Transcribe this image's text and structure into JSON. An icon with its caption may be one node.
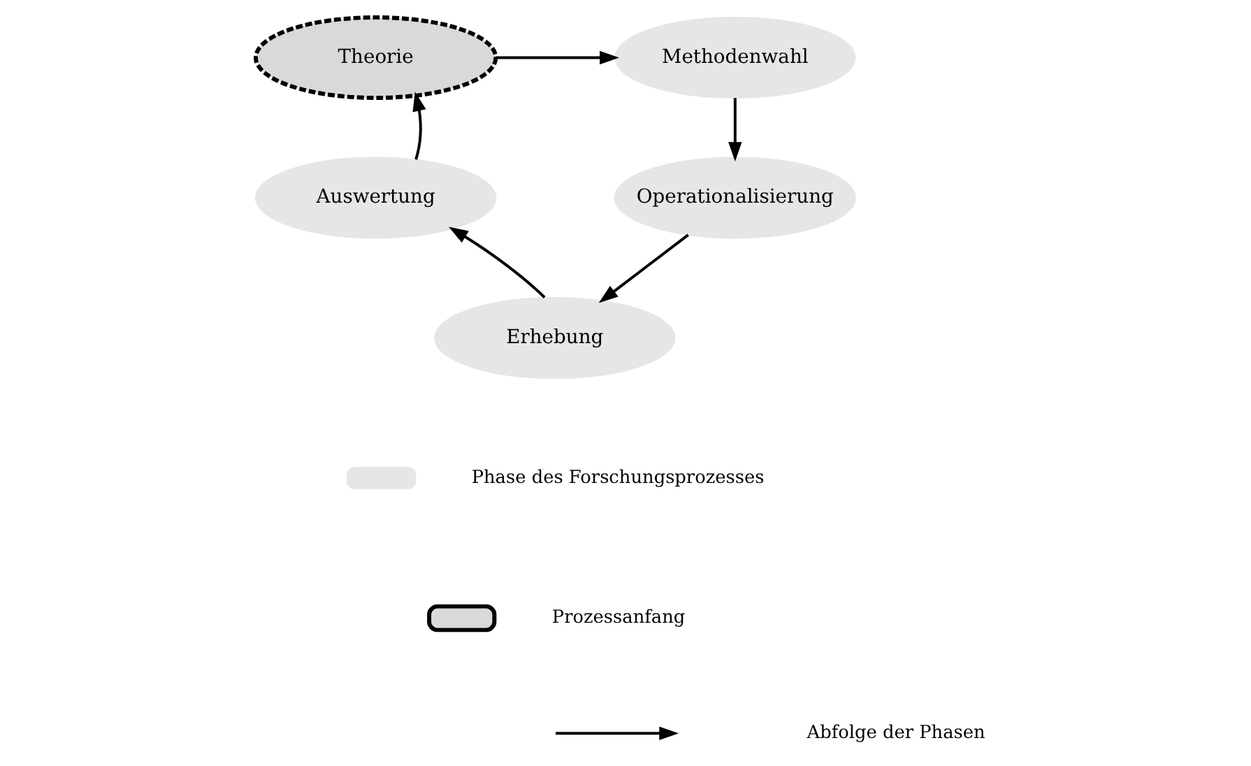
{
  "diagram": {
    "nodes": [
      {
        "text": [
          "Theorie"
        ]
      },
      {
        "text": [
          "Methodenwahl"
        ]
      },
      {
        "text": [
          "Operationalisierung"
        ]
      },
      {
        "text": [
          "Erhebung"
        ]
      },
      {
        "text": [
          "Auswertung"
        ]
      }
    ],
    "edges": [
      {
        "from": 0,
        "to": 1,
        "arrow": "to"
      },
      {
        "from": 1,
        "to": 2,
        "arrow": "to"
      },
      {
        "from": 2,
        "to": 3,
        "arrow": "to"
      },
      {
        "from": 3,
        "to": 4,
        "arrow": "to"
      },
      {
        "from": 4,
        "to": 0,
        "arrow": "to"
      }
    ],
    "legend": [
      {
        "text": "Phase des Forschungsprozesses",
        "color": "#e6e6e6"
      },
      {
        "text": "Prozessanfang"
      },
      {
        "text": "Abfolge der Phasen"
      }
    ]
  }
}
